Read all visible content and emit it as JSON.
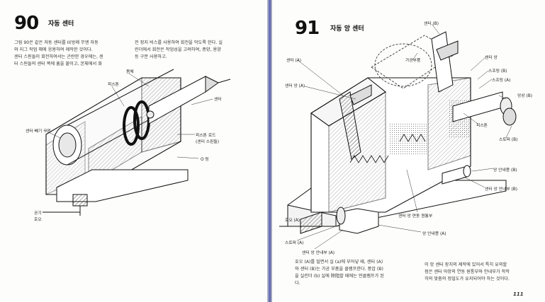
{
  "left_page": {
    "figure_number": "90",
    "figure_title": "자동 센터",
    "text_col1": [
      "그림 90은 같은 자동 센터를 II(방례 무엔 자동",
      "와 지그 작업 해에 응용하여 제작한 것이다.",
      "센터 스핀들이 회전하여서는 곤란한 경우에는, 센",
      "터 스핀들의 센터 쪽에 홈을 붙이고, 본체에서 화"
    ],
    "text_col2": [
      "전 정지 비스를 사용하여 회전을 막도록 한다. 실",
      "린더에서 회전은 작업성을 고려하여, 종양, 용양",
      "등 구분 사용하고."
    ],
    "labels": {
      "body": "몸체",
      "piston": "피스톤",
      "center": "센터",
      "center_puller": "센터 빼기 구멍",
      "piston_rod": "피스톤 로드",
      "piston_rod_sub": "(센터 스핀들)",
      "o_ring": "O 링",
      "air_hose": "공기",
      "air_hose_sub": "호오"
    }
  },
  "right_page": {
    "figure_number": "91",
    "figure_title": "자동 앙 센터",
    "labels": {
      "center_b": "센터 (B)",
      "workpiece": "가공부품",
      "center_a": "센터 (A)",
      "center_shaft_a": "센터 앙 (A)",
      "center_shaft": "센터 앙",
      "spring_b_top": "스프링 (B)",
      "spring_a_top": "스프링 (A)",
      "shaft_b": "앙상 (B)",
      "stopper_b": "스토퍼 (B)",
      "piston": "피스톤",
      "guide_b": "앙 안내봉 (B)",
      "center_guide_b": "센터 앙 안내부 (B)",
      "interlock": "센터 앙 연동 원통부",
      "hose_a": "호오 (A)",
      "guide_a": "앙 안내봉 (A)",
      "stopper_a": "스토퍼 (A)",
      "center_guide_a": "센터 앙 안내부 (A)"
    },
    "text_col1": [
      "호오 (A)를 밀면서 실 (a)에 부어넣 때, 센터 (A)",
      "와 센터 (B)는 가공 부품을 클램프한다. 풍압 (B)",
      "을 실린더 (b) 실에 除阻할 때에는 언클램프가 된",
      "다."
    ],
    "text_col2": [
      "이 앙 센터 장치의 제작에 있어서 특히 유의할",
      "점은 센터 아앙의 연동 원통부와 안내부가 작작",
      "히의 맞춤의 정밀도가 유지되어야 하는 것이다."
    ],
    "page_number": "111"
  }
}
